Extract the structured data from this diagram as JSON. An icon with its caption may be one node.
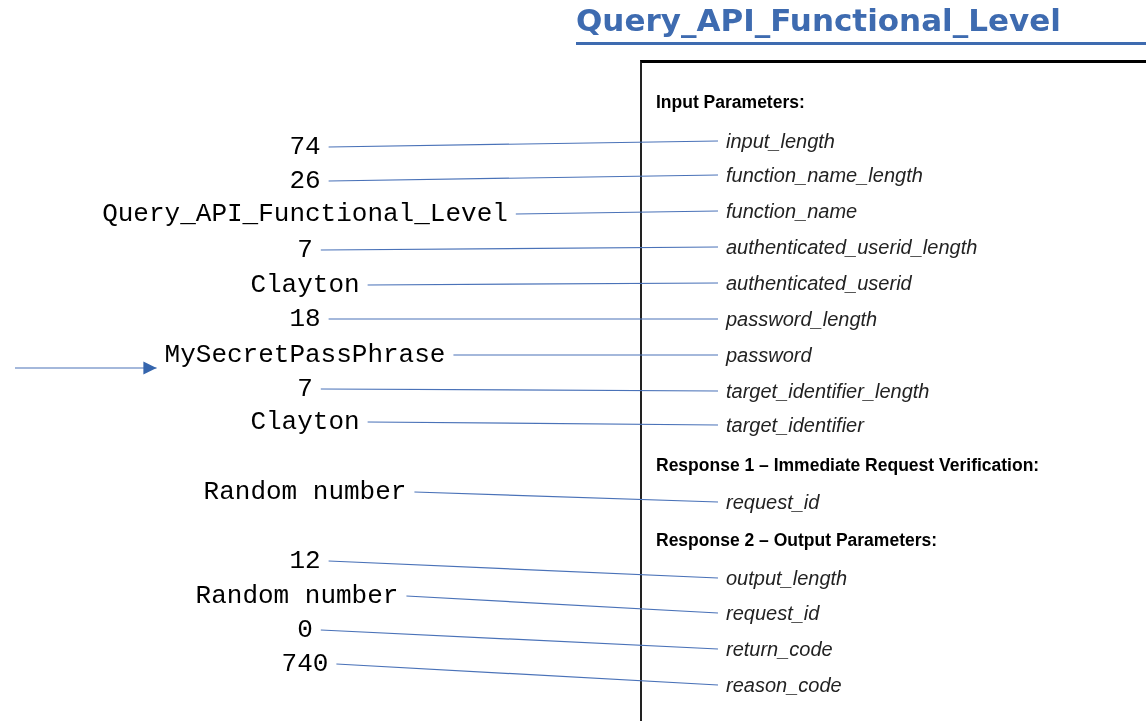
{
  "diagram": {
    "title": "Query_API_Functional_Level",
    "nodes": [
      {
        "text": [
          "Input Parameters:",
          "Response 1 – Immediate Request Verification:",
          "Response 2 – Output Parameters:"
        ]
      },
      {
        "text": [
          "74"
        ]
      },
      {
        "text": [
          "26"
        ]
      },
      {
        "text": [
          "Query_API_Functional_Level"
        ]
      },
      {
        "text": [
          "7"
        ]
      },
      {
        "text": [
          "Clayton"
        ]
      },
      {
        "text": [
          "18"
        ]
      },
      {
        "text": [
          "MySecretPassPhrase"
        ]
      },
      {
        "text": [
          "7"
        ]
      },
      {
        "text": [
          "Clayton"
        ]
      },
      {
        "text": [
          "Random number"
        ]
      },
      {
        "text": [
          "12"
        ]
      },
      {
        "text": [
          "Random number"
        ]
      },
      {
        "text": [
          "0"
        ]
      },
      {
        "text": [
          "740"
        ]
      },
      {
        "text": [
          "input_length"
        ],
        "in": 0
      },
      {
        "text": [
          "function_name_length"
        ],
        "in": 0
      },
      {
        "text": [
          "function_name"
        ],
        "in": 0
      },
      {
        "text": [
          "authenticated_userid_length"
        ],
        "in": 0
      },
      {
        "text": [
          "authenticated_userid"
        ],
        "in": 0
      },
      {
        "text": [
          "password_length"
        ],
        "in": 0
      },
      {
        "text": [
          "password"
        ],
        "in": 0
      },
      {
        "text": [
          "target_identifier_length"
        ],
        "in": 0
      },
      {
        "text": [
          "target_identifier"
        ],
        "in": 0
      },
      {
        "text": [
          "request_id"
        ],
        "in": 0
      },
      {
        "text": [
          "output_length"
        ],
        "in": 0
      },
      {
        "text": [
          "request_id"
        ],
        "in": 0
      },
      {
        "text": [
          "return_code"
        ],
        "in": 0
      },
      {
        "text": [
          "reason_code"
        ],
        "in": 0
      }
    ],
    "edges": [
      {
        "from": 1,
        "to": 15,
        "arrow": "none"
      },
      {
        "from": 2,
        "to": 16,
        "arrow": "none"
      },
      {
        "from": 3,
        "to": 17,
        "arrow": "none"
      },
      {
        "from": 4,
        "to": 18,
        "arrow": "none"
      },
      {
        "from": 5,
        "to": 19,
        "arrow": "none"
      },
      {
        "from": 6,
        "to": 20,
        "arrow": "none"
      },
      {
        "from": 7,
        "to": 21,
        "arrow": "none"
      },
      {
        "from": 8,
        "to": 22,
        "arrow": "none"
      },
      {
        "from": 9,
        "to": 23,
        "arrow": "none"
      },
      {
        "from": 10,
        "to": 24,
        "arrow": "none"
      },
      {
        "from": 11,
        "to": 25,
        "arrow": "none"
      },
      {
        "from": 12,
        "to": 26,
        "arrow": "none"
      },
      {
        "from": 13,
        "to": 27,
        "arrow": "none"
      },
      {
        "from": 14,
        "to": 28,
        "arrow": "none"
      },
      {
        "from": null,
        "to": 7,
        "arrow": "to"
      }
    ]
  }
}
